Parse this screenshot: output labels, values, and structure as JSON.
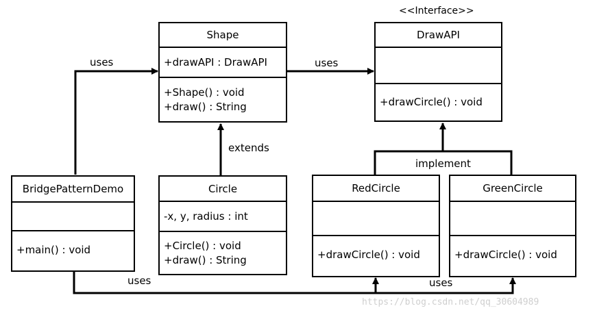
{
  "classes": {
    "shape": {
      "name": "Shape",
      "attributes": [
        "+drawAPI : DrawAPI"
      ],
      "methods": [
        "+Shape()  : void",
        "+draw() : String"
      ]
    },
    "drawapi": {
      "stereotype": "<<Interface>>",
      "name": "DrawAPI",
      "attributes": [],
      "methods": [
        "+drawCircle()  : void"
      ]
    },
    "bridge": {
      "name": "BridgePatternDemo",
      "attributes": [],
      "methods": [
        "+main()  : void"
      ]
    },
    "circle": {
      "name": "Circle",
      "attributes": [
        "-x, y, radius  : int"
      ],
      "methods": [
        "+Circle()  : void",
        "+draw() : String"
      ]
    },
    "redcircle": {
      "name": "RedCircle",
      "attributes": [],
      "methods": [
        "+drawCircle()  : void"
      ]
    },
    "greencircle": {
      "name": "GreenCircle",
      "attributes": [],
      "methods": [
        "+drawCircle()  : void"
      ]
    }
  },
  "labels": {
    "uses_left": "uses",
    "uses_top": "uses",
    "extends": "extends",
    "implement": "implement",
    "uses_bottom_left": "uses",
    "uses_bottom_right": "uses"
  },
  "watermark": "https://blog.csdn.net/qq_30604989"
}
